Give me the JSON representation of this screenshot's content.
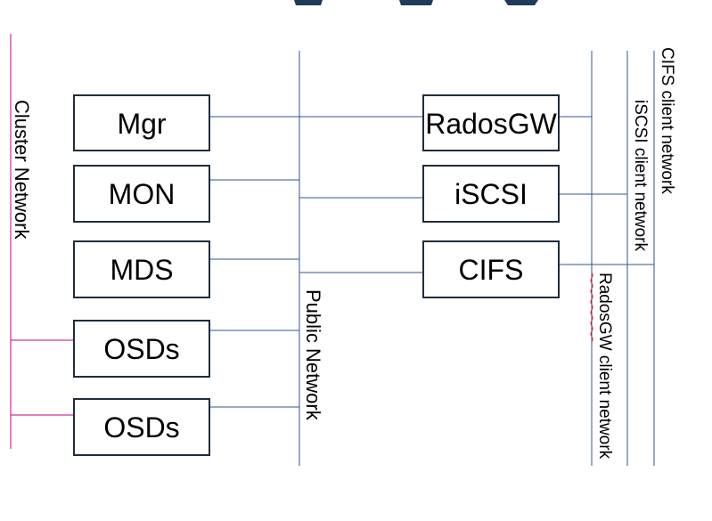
{
  "colors": {
    "public": "#2f5597",
    "cluster": "#c00080",
    "client": "#2f5597",
    "box_border": "#1f2d3d",
    "title": "#1f3a5a",
    "spellcheck": "#e0202a"
  },
  "title_fragment": "",
  "networks": {
    "cluster": "Cluster Network",
    "public": "Public Network",
    "radosgw_client": "RadosGW client network",
    "iscsi_client": "iSCSI client network",
    "cifs_client": "CIFS client network"
  },
  "nodes": {
    "mgr": "Mgr",
    "mon": "MON",
    "mds": "MDS",
    "osd1": "OSDs",
    "osd2": "OSDs",
    "radosgw": "RadosGW",
    "iscsi": "iSCSI",
    "cifs": "CIFS"
  }
}
